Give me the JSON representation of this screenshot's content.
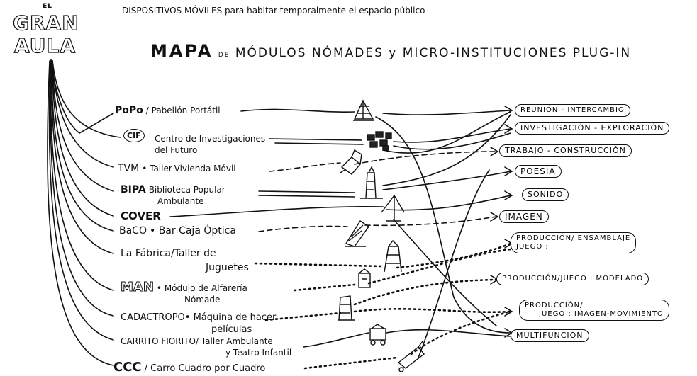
{
  "logo": {
    "line1": "GRAN",
    "line2": "AULA",
    "small": "EL"
  },
  "subtitle": "DISPOSITIVOS MÓVILES para habitar temporalmente el espacio público",
  "title": {
    "main": "MAPA",
    "de": "DE",
    "rest": "MÓDULOS NÓMADES y MICRO-INSTITUCIONES PLUG-IN"
  },
  "modules": [
    {
      "abbr": "PoPo",
      "label": "/ Pabellón Portátil"
    },
    {
      "abbr": "CIF",
      "label": "Centro de Investigaciones",
      "label2": "del Futuro"
    },
    {
      "abbr": "TVM",
      "label": "• Taller-Vivienda Móvil"
    },
    {
      "abbr": "BIPA",
      "label": "Biblioteca Popular",
      "label2": "Ambulante"
    },
    {
      "abbr": "COVER",
      "label": ""
    },
    {
      "abbr": "BaCO",
      "label": "• Bar Caja Óptica"
    },
    {
      "abbr": "La Fábrica",
      "label": "/Taller de",
      "label2": "Juguetes"
    },
    {
      "abbr": "MAN",
      "label": "• Módulo de Alfarería",
      "label2": "Nómade"
    },
    {
      "abbr": "CADACTROPO",
      "label": "• Máquina de hacer",
      "label2": "películas"
    },
    {
      "abbr": "CARRITO FIORITO",
      "label": "/ Taller Ambulante",
      "label2": "y Teatro Infantil"
    },
    {
      "abbr": "CCC",
      "label": "/ Carro Cuadro por Cuadro"
    }
  ],
  "outcomes": [
    {
      "label": "REUNIÓN - INTERCAMBIO"
    },
    {
      "label": "INVESTIGACIÓN - EXPLORACIÓN"
    },
    {
      "label": "TRABAJO - CONSTRUCCIÓN"
    },
    {
      "label": "POESÍA"
    },
    {
      "label": "SONIDO"
    },
    {
      "label": "IMAGEN"
    },
    {
      "label": "PRODUCCIÓN/ ENSAMBLAJE",
      "label2": "JUEGO :"
    },
    {
      "label": "PRODUCCIÓN/JUEGO : MODELADO"
    },
    {
      "label": "PRODUCCIÓN/",
      "label2": "JUEGO : IMAGEN-MOVIMIENTO"
    },
    {
      "label": "MULTIFUNCIÓN"
    }
  ]
}
